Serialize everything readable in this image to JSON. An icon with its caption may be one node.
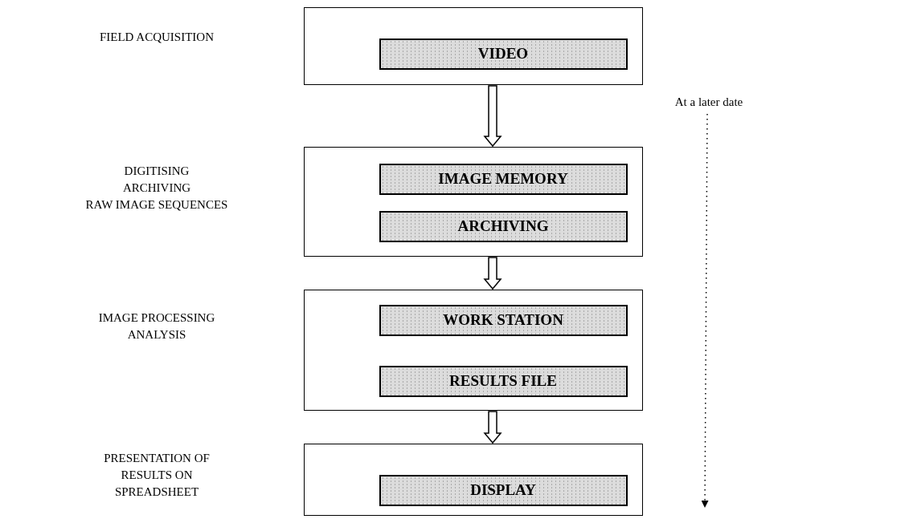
{
  "diagram": {
    "nodes": [
      {
        "text": [],
        "shape": "box"
      },
      {
        "text": [
          "VIDEO"
        ],
        "in": 0
      },
      {
        "text": [],
        "shape": "box"
      },
      {
        "text": [
          "IMAGE MEMORY"
        ],
        "in": 2
      },
      {
        "text": [
          "ARCHIVING"
        ],
        "in": 2
      },
      {
        "text": [],
        "shape": "box"
      },
      {
        "text": [
          "WORK STATION"
        ],
        "in": 5
      },
      {
        "text": [
          "RESULTS FILE"
        ],
        "in": 5
      },
      {
        "text": [],
        "shape": "box"
      },
      {
        "text": [
          "DISPLAY"
        ],
        "in": 8
      },
      {
        "text": [
          "At a later date"
        ]
      }
    ],
    "edges": [
      {
        "from": 0,
        "to": 2,
        "arrow": "to"
      },
      {
        "from": 2,
        "to": 5,
        "arrow": "to"
      },
      {
        "from": 5,
        "to": 8,
        "arrow": "to"
      },
      {
        "from": 10,
        "to": null,
        "arrow": "to",
        "style": "dashed"
      }
    ],
    "labels": [
      "FIELD ACQUISITION",
      "DIGITISING",
      "ARCHIVING",
      "RAW IMAGE SEQUENCES",
      "IMAGE PROCESSING",
      "ANALYSIS",
      "PRESENTATION OF RESULTS ON SPREADSHEET"
    ]
  }
}
